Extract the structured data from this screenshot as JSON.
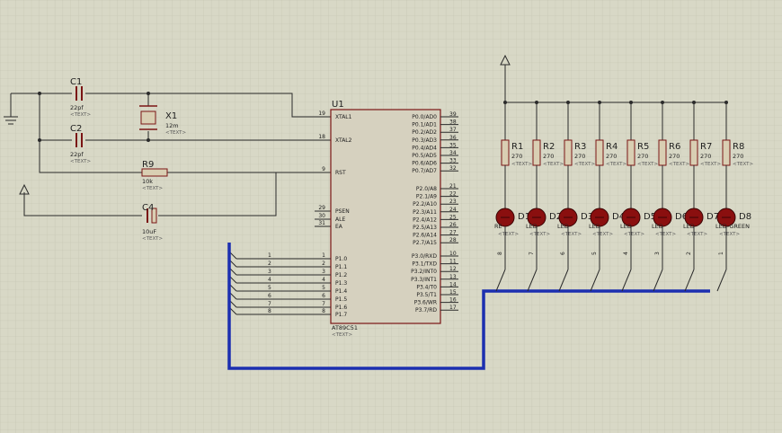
{
  "schematic": {
    "u1": {
      "ref": "U1",
      "part": "AT89C51",
      "text": "<TEXT>",
      "left_pins": [
        {
          "num": "19",
          "name": "XTAL1"
        },
        {
          "num": "18",
          "name": "XTAL2"
        },
        {
          "num": "9",
          "name": "RST"
        },
        {
          "num": "29",
          "name": "PSEN"
        },
        {
          "num": "30",
          "name": "ALE"
        },
        {
          "num": "31",
          "name": "EA"
        },
        {
          "num": "1",
          "name": "P1.0"
        },
        {
          "num": "2",
          "name": "P1.1"
        },
        {
          "num": "3",
          "name": "P1.2"
        },
        {
          "num": "4",
          "name": "P1.3"
        },
        {
          "num": "5",
          "name": "P1.4"
        },
        {
          "num": "6",
          "name": "P1.5"
        },
        {
          "num": "7",
          "name": "P1.6"
        },
        {
          "num": "8",
          "name": "P1.7"
        }
      ],
      "right_pins": [
        {
          "num": "39",
          "name": "P0.0/AD0"
        },
        {
          "num": "38",
          "name": "P0.1/AD1"
        },
        {
          "num": "37",
          "name": "P0.2/AD2"
        },
        {
          "num": "36",
          "name": "P0.3/AD3"
        },
        {
          "num": "35",
          "name": "P0.4/AD4"
        },
        {
          "num": "34",
          "name": "P0.5/AD5"
        },
        {
          "num": "33",
          "name": "P0.6/AD6"
        },
        {
          "num": "32",
          "name": "P0.7/AD7"
        },
        {
          "num": "21",
          "name": "P2.0/A8"
        },
        {
          "num": "22",
          "name": "P2.1/A9"
        },
        {
          "num": "23",
          "name": "P2.2/A10"
        },
        {
          "num": "24",
          "name": "P2.3/A11"
        },
        {
          "num": "25",
          "name": "P2.4/A12"
        },
        {
          "num": "26",
          "name": "P2.5/A13"
        },
        {
          "num": "27",
          "name": "P2.6/A14"
        },
        {
          "num": "28",
          "name": "P2.7/A15"
        },
        {
          "num": "10",
          "name": "P3.0/RXD"
        },
        {
          "num": "11",
          "name": "P3.1/TXD"
        },
        {
          "num": "12",
          "name": "P3.2/INT0"
        },
        {
          "num": "13",
          "name": "P3.3/INT1"
        },
        {
          "num": "14",
          "name": "P3.4/T0"
        },
        {
          "num": "15",
          "name": "P3.5/T1"
        },
        {
          "num": "16",
          "name": "P3.6/WR"
        },
        {
          "num": "17",
          "name": "P3.7/RD"
        }
      ]
    },
    "c1": {
      "ref": "C1",
      "value": "22pf",
      "text": "<TEXT>"
    },
    "c2": {
      "ref": "C2",
      "value": "22pf",
      "text": "<TEXT>"
    },
    "x1": {
      "ref": "X1",
      "value": "12m",
      "text": "<TEXT>"
    },
    "r9": {
      "ref": "R9",
      "value": "10k",
      "text": "<TEXT>"
    },
    "c4": {
      "ref": "C4",
      "value": "10uF",
      "text": "<TEXT>"
    },
    "bus_left_labels": [
      "1",
      "2",
      "3",
      "4",
      "5",
      "6",
      "7",
      "8"
    ],
    "resistors": [
      {
        "ref": "R1",
        "value": "270",
        "text": "<TEXT>"
      },
      {
        "ref": "R2",
        "value": "270",
        "text": "<TEXT>"
      },
      {
        "ref": "R3",
        "value": "270",
        "text": "<TEXT>"
      },
      {
        "ref": "R4",
        "value": "270",
        "text": "<TEXT>"
      },
      {
        "ref": "R5",
        "value": "270",
        "text": "<TEXT>"
      },
      {
        "ref": "R6",
        "value": "270",
        "text": "<TEXT>"
      },
      {
        "ref": "R7",
        "value": "270",
        "text": "<TEXT>"
      },
      {
        "ref": "R8",
        "value": "270",
        "text": "<TEXT>"
      }
    ],
    "leds": [
      {
        "ref": "D1",
        "value": "RE",
        "text": "<TEXT>"
      },
      {
        "ref": "D2",
        "value": "LED",
        "text": "<TEXT>"
      },
      {
        "ref": "D3",
        "value": "LED",
        "text": "<TEXT>"
      },
      {
        "ref": "D4",
        "value": "LED",
        "text": "<TEXT>"
      },
      {
        "ref": "D5",
        "value": "LED",
        "text": "<TEXT>"
      },
      {
        "ref": "D6",
        "value": "LED",
        "text": "<TEXT>"
      },
      {
        "ref": "D7",
        "value": "LED",
        "text": "<TEXT>"
      },
      {
        "ref": "D8",
        "value": "LED-GREEN",
        "text": "<TEXT>"
      }
    ],
    "bus_right_labels": [
      "8",
      "7",
      "6",
      "5",
      "4",
      "3",
      "2",
      "1"
    ]
  },
  "colors": {
    "grid": "#c2c2ae",
    "bus": "#1c2fb0",
    "wire": "#2a2a2a",
    "part_outline": "#7a1414",
    "part_fill": "#d9cfb3",
    "led": "#8a0f0f"
  }
}
